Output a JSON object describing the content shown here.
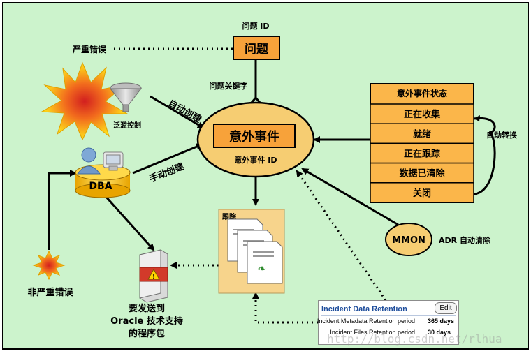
{
  "colors": {
    "background": "#ccf3cc",
    "border": "#000000",
    "orange": "#f7a23a",
    "status_fill": "#fbb64a",
    "ellipse_fill": "#f6cd72"
  },
  "labels": {
    "problem_id": "问题 ID",
    "problem": "问题",
    "critical_error": "严重错误",
    "problem_key": "问题关键字",
    "auto_create": "自动创建",
    "flood_control": "泛滥控制",
    "incident": "意外事件",
    "incident_id": "意外事件 ID",
    "dba": "DBA",
    "manual_create": "手动创建",
    "non_critical_error": "非严重错误",
    "trace": "跟踪",
    "package_line1": "要发送到",
    "package_line2": "Oracle 技术支持",
    "package_line3": "的程序包",
    "mmon": "MMON",
    "adr_purge": "ADR 自动清除",
    "auto_transition": "自动转换"
  },
  "status": {
    "title": "意外事件状态",
    "items": [
      "正在收集",
      "就绪",
      "正在跟踪",
      "数据已清除",
      "关闭"
    ]
  },
  "retention": {
    "title": "Incident Data Retention",
    "edit_label": "Edit",
    "rows": [
      {
        "label": "Incident Metadata Retention period",
        "value": "365 days"
      },
      {
        "label": "Incident Files Retention period",
        "value": "30 days"
      }
    ]
  },
  "watermark": "http://blog.csdn.net/rlhua"
}
